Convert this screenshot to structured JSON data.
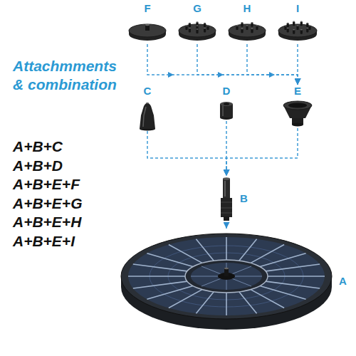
{
  "diagram": {
    "title": "Attachmments & combination",
    "nodes": [
      {
        "text": [
          "F"
        ]
      },
      {
        "text": [
          "G"
        ]
      },
      {
        "text": [
          "H"
        ]
      },
      {
        "text": [
          "I"
        ]
      },
      {
        "text": [
          "C"
        ]
      },
      {
        "text": [
          "D"
        ]
      },
      {
        "text": [
          "E"
        ]
      },
      {
        "text": [
          "B"
        ]
      },
      {
        "text": [
          "A"
        ]
      }
    ],
    "edges": [
      {
        "from": 0,
        "to": 6,
        "arrow": "to"
      },
      {
        "from": 1,
        "to": 6,
        "arrow": "to"
      },
      {
        "from": 2,
        "to": 6,
        "arrow": "to"
      },
      {
        "from": 3,
        "to": 6,
        "arrow": "to"
      },
      {
        "from": 4,
        "to": 7,
        "arrow": "to"
      },
      {
        "from": 5,
        "to": 7,
        "arrow": "to"
      },
      {
        "from": 6,
        "to": 7,
        "arrow": "to"
      },
      {
        "from": 7,
        "to": 8,
        "arrow": "to"
      }
    ],
    "labels": [
      "A+B+C",
      "A+B+D",
      "A+B+E+F",
      "A+B+E+G",
      "A+B+E+H",
      "A+B+E+I"
    ]
  }
}
